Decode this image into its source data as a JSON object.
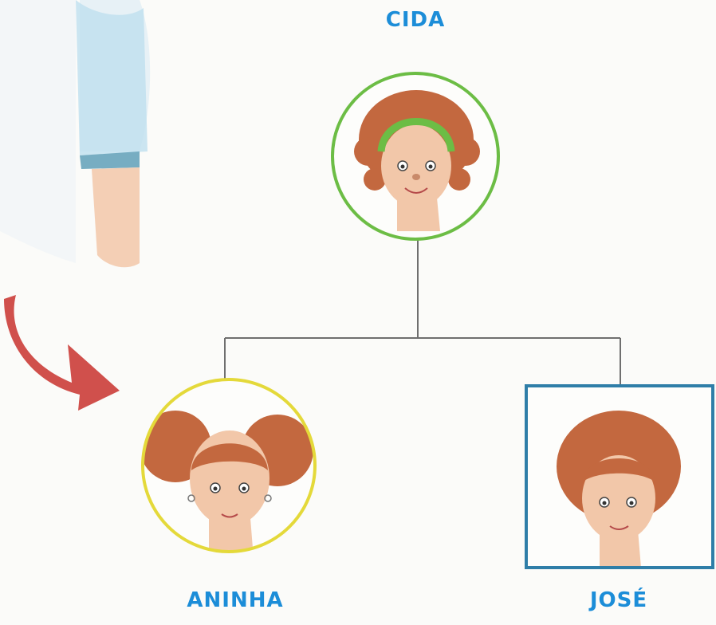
{
  "people": {
    "mother": {
      "name": "CIDA",
      "frame": "circle",
      "frame_color": "#6cbd45"
    },
    "daughter": {
      "name": "ANINHA",
      "frame": "circle",
      "frame_color": "#e4d93a"
    },
    "son": {
      "name": "JOSÉ",
      "frame": "square",
      "frame_color": "#2f7ea8"
    }
  },
  "colors": {
    "label": "#1c8dd8",
    "arrow": "#d0504c",
    "tree_line": "#6f6f6f",
    "hair": "#c3683f",
    "skin": "#f2c7a9",
    "shirt": "#a9d6ea"
  },
  "icons": [
    "curved-arrow-icon",
    "hair-band-icon"
  ]
}
